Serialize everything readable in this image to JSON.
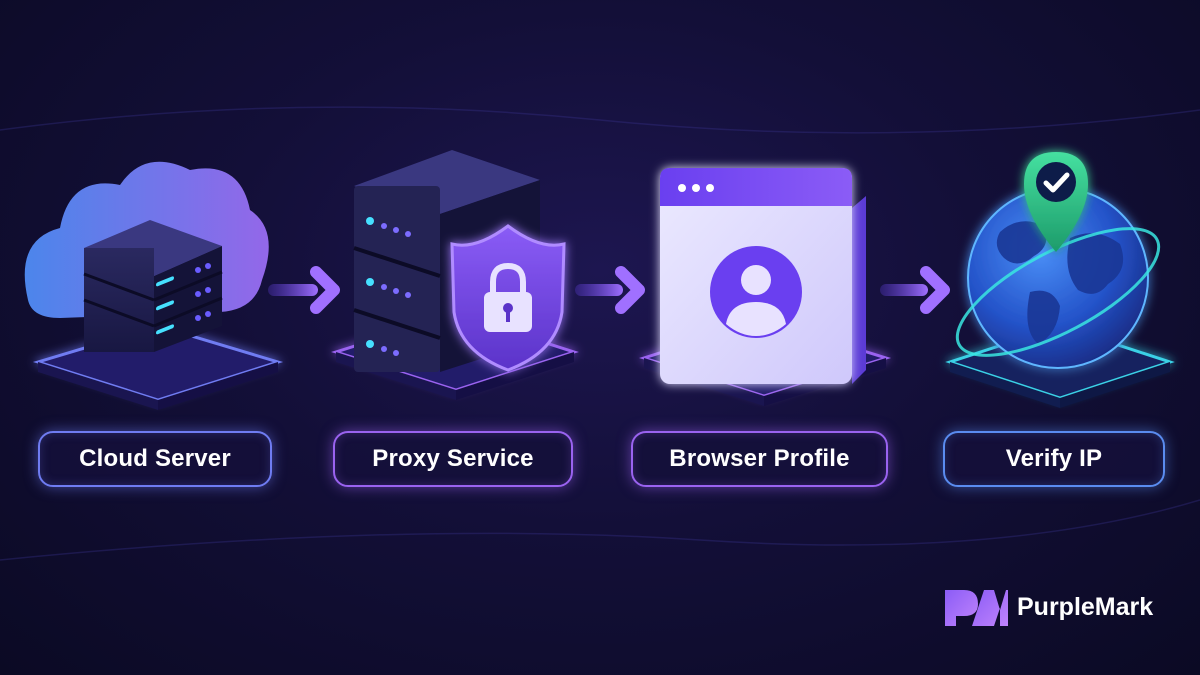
{
  "steps": [
    {
      "label": "Cloud Server",
      "icon": "cloud-server-icon",
      "accent": "#6f7cf2"
    },
    {
      "label": "Proxy Service",
      "icon": "shield-lock-server-icon",
      "accent": "#9a63f0"
    },
    {
      "label": "Browser Profile",
      "icon": "browser-profile-icon",
      "accent": "#9a63f0"
    },
    {
      "label": "Verify IP",
      "icon": "globe-check-icon",
      "accent": "#5a8cf0"
    }
  ],
  "connectors": [
    "arrow-right-icon",
    "arrow-right-icon",
    "arrow-right-icon"
  ],
  "brand": {
    "name": "PurpleMark",
    "logo": "purplemark-logo-icon"
  },
  "colors": {
    "background": "#130f38",
    "accent_purple": "#8b5cf6",
    "accent_blue": "#4f7cf0",
    "accent_green": "#3fd88a"
  }
}
